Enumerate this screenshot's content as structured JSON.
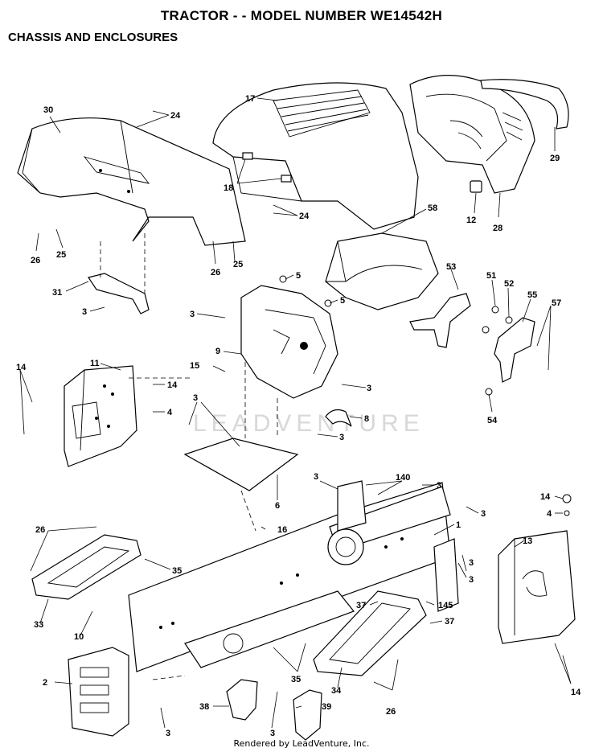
{
  "header": {
    "title": "TRACTOR - - MODEL NUMBER WE14542H",
    "subtitle": "CHASSIS AND ENCLOSURES"
  },
  "watermark": "LEADVENTURE",
  "footer": "Rendered by LeadVenture, Inc.",
  "callouts": {
    "c30": "30",
    "c24a": "24",
    "c17": "17",
    "c29": "29",
    "c18": "18",
    "c24b": "24",
    "c12": "12",
    "c28": "28",
    "c58": "58",
    "c26a": "26",
    "c25a": "25",
    "c26b": "26",
    "c25b": "25",
    "c31": "31",
    "c3a": "3",
    "c5a": "5",
    "c5b": "5",
    "c3b": "3",
    "c53": "53",
    "c51": "51",
    "c52": "52",
    "c55": "55",
    "c57": "57",
    "c9": "9",
    "c11": "11",
    "c14a": "14",
    "c14b": "14",
    "c15": "15",
    "c3c": "3",
    "c4a": "4",
    "c54": "54",
    "c8": "8",
    "c3d": "3",
    "c3e": "3",
    "c6": "6",
    "c3f": "3",
    "c140": "140",
    "c3g": "3",
    "c3h": "3",
    "c14c": "14",
    "c4b": "4",
    "c16": "16",
    "c1": "1",
    "c13": "13",
    "c26c": "26",
    "c35a": "35",
    "c3i": "3",
    "c3j": "3",
    "c37a": "37",
    "c145": "145",
    "c37b": "37",
    "c33": "33",
    "c10": "10",
    "c14d": "14",
    "c2": "2",
    "c35b": "35",
    "c34": "34",
    "c26d": "26",
    "c38": "38",
    "c39": "39",
    "c3k": "3",
    "c3l": "3"
  }
}
